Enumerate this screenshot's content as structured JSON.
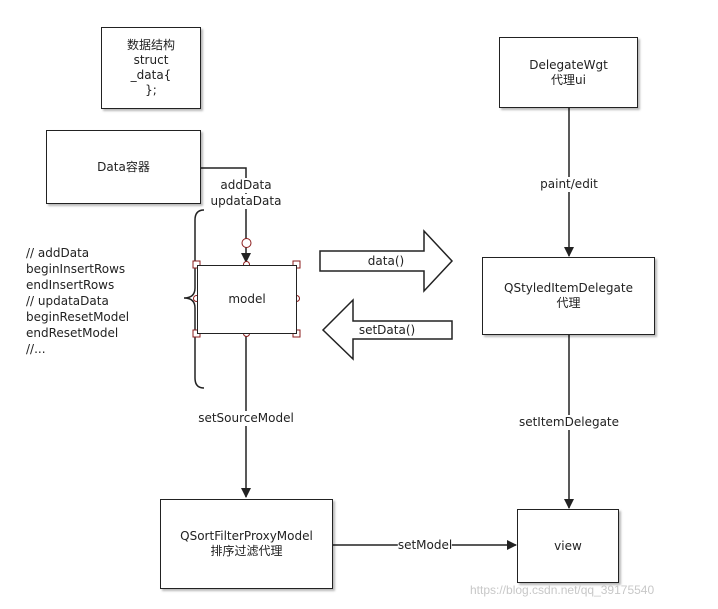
{
  "boxes": {
    "data_struct": [
      "数据结构",
      "struct",
      "_data{",
      "};"
    ],
    "data_container": [
      "Data容器"
    ],
    "delegate_wgt": [
      "DelegateWgt",
      "代理ui"
    ],
    "model": [
      "model"
    ],
    "styled_delegate": [
      "QStyledItemDelegate",
      "代理"
    ],
    "proxy_model": [
      "QSortFilterProxyModel",
      "排序过滤代理"
    ],
    "view": [
      "view"
    ]
  },
  "edges": {
    "add_data": "addData",
    "update_data": "updataData",
    "paint_edit": "paint/edit",
    "data": "data()",
    "set_data": "setData()",
    "set_source_model": "setSourceModel",
    "set_item_delegate": "setItemDelegate",
    "set_model": "setModel"
  },
  "notes": [
    "// addData",
    "beginInsertRows",
    "endInsertRows",
    "// updataData",
    "beginResetModel",
    "endResetModel",
    "//..."
  ],
  "watermark": "https://blog.csdn.net/qq_39175540",
  "colors": {
    "line": "#222222",
    "handle_stroke": "#8b1c1c",
    "red_dot": "#e03030",
    "watermark": "#c8c8c8"
  }
}
